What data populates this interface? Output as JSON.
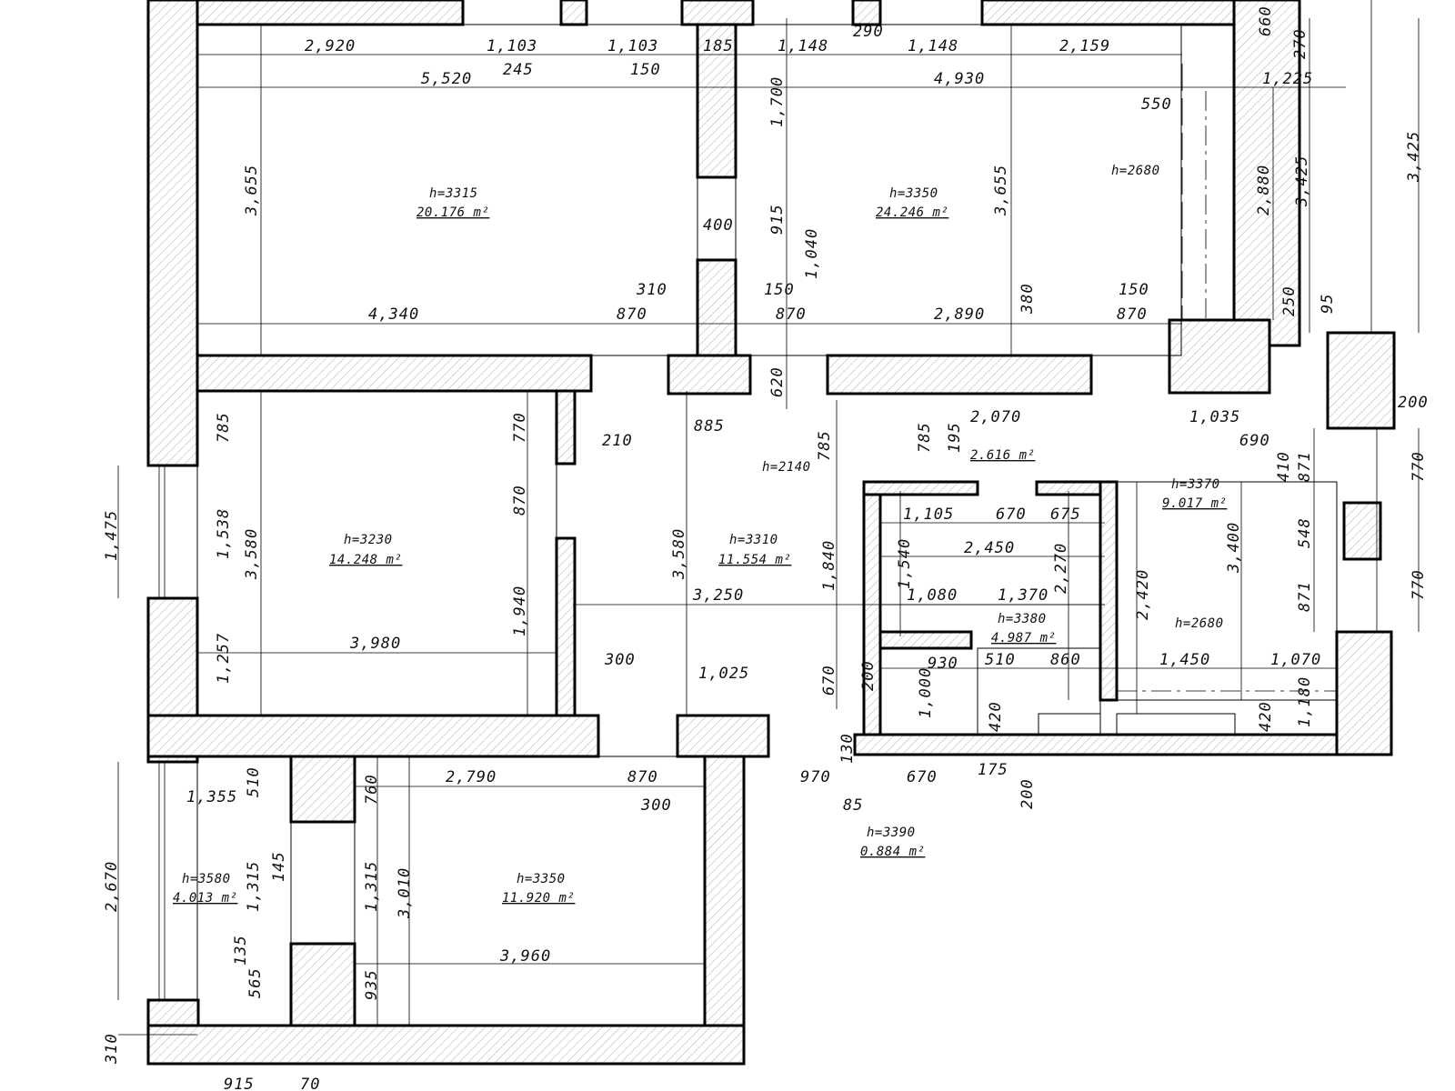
{
  "rooms": [
    {
      "h": "h=3315",
      "area": "20.176 m²"
    },
    {
      "h": "h=3350",
      "area": "24.246 m²"
    },
    {
      "h": "h=3230",
      "area": "14.248 m²"
    },
    {
      "h": "h=3310",
      "area": "11.554 m²"
    },
    {
      "h": "h=3370",
      "area": "9.017 m²"
    },
    {
      "h": "h=3380",
      "area": "4.987 m²"
    },
    {
      "h": "h=3580",
      "area": "4.013 m²"
    },
    {
      "h": "h=3350",
      "area": "11.920 m²"
    },
    {
      "h": "h=3390",
      "area": "0.884 m²"
    }
  ],
  "extra_labels": [
    "h=2680",
    "h=2140",
    "2.616 m²",
    "h=2680"
  ],
  "dimensions": [
    "2,920",
    "1,103",
    "1,103",
    "185",
    "1,148",
    "290",
    "1,148",
    "2,159",
    "660",
    "270",
    "245",
    "150",
    "5,520",
    "4,930",
    "1,225",
    "550",
    "1,700",
    "3,655",
    "3,655",
    "h=2680",
    "2,880",
    "3,425",
    "3,425",
    "915",
    "400",
    "1,040",
    "310",
    "150",
    "150",
    "4,340",
    "870",
    "870",
    "2,890",
    "380",
    "870",
    "250",
    "95",
    "620",
    "885",
    "2,070",
    "195",
    "785",
    "785",
    "1,035",
    "200",
    "690",
    "410",
    "871",
    "770",
    "210",
    "785",
    "770",
    "1,475",
    "1,538",
    "3,580",
    "870",
    "3,580",
    "1,105",
    "670",
    "675",
    "2,450",
    "1,540",
    "2,270",
    "3,400",
    "548",
    "1,840",
    "1,080",
    "1,370",
    "2,420",
    "871",
    "770",
    "3,250",
    "1,940",
    "1,257",
    "3,980",
    "300",
    "1,025",
    "670",
    "200",
    "930",
    "1,000",
    "510",
    "860",
    "1,450",
    "1,070",
    "420",
    "420",
    "1,180",
    "130",
    "2,790",
    "870",
    "970",
    "670",
    "175",
    "300",
    "85",
    "200",
    "510",
    "1,355",
    "760",
    "2,670",
    "145",
    "1,315",
    "1,315",
    "3,010",
    "135",
    "565",
    "935",
    "3,960",
    "310",
    "915",
    "70"
  ]
}
